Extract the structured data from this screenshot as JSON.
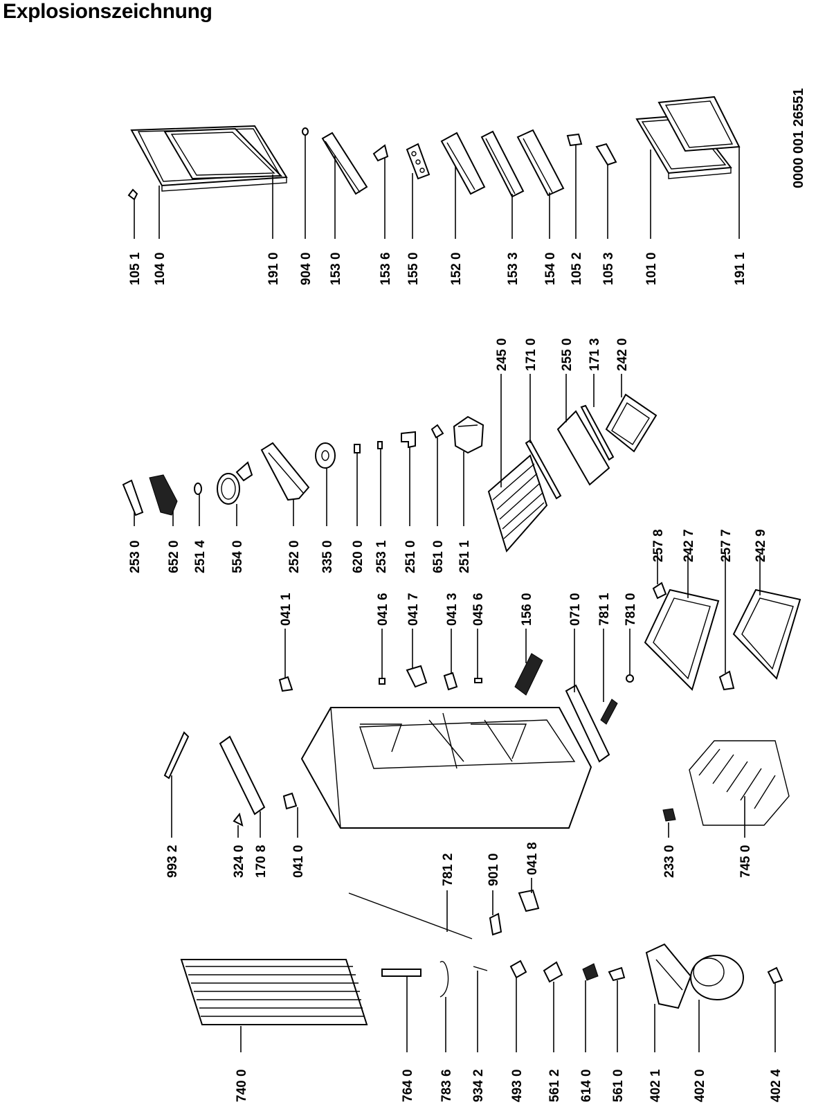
{
  "title": "Explosionszeichnung",
  "document_number": "0000 001 26551",
  "part_labels": [
    "105 1",
    "104 0",
    "191 0",
    "904 0",
    "153 0",
    "153 6",
    "155 0",
    "152 0",
    "153 3",
    "154 0",
    "105 2",
    "105 3",
    "101 0",
    "191 1",
    "245 0",
    "171 0",
    "255 0",
    "171 3",
    "242 0",
    "253 0",
    "652 0",
    "251 4",
    "554 0",
    "252 0",
    "335 0",
    "620 0",
    "253 1",
    "251 0",
    "651 0",
    "251 1",
    "041 1",
    "041 6",
    "041 7",
    "041 3",
    "045 6",
    "156 0",
    "071 0",
    "781 1",
    "781 0",
    "257 8",
    "242 7",
    "257 7",
    "242 9",
    "993 2",
    "324 0",
    "170 8",
    "041 0",
    "781 2",
    "901 0",
    "041 8",
    "233 0",
    "745 0",
    "740 0",
    "764 0",
    "783 6",
    "934 2",
    "493 0",
    "561 2",
    "614 0",
    "561 0",
    "402 1",
    "402 0",
    "402 4"
  ]
}
